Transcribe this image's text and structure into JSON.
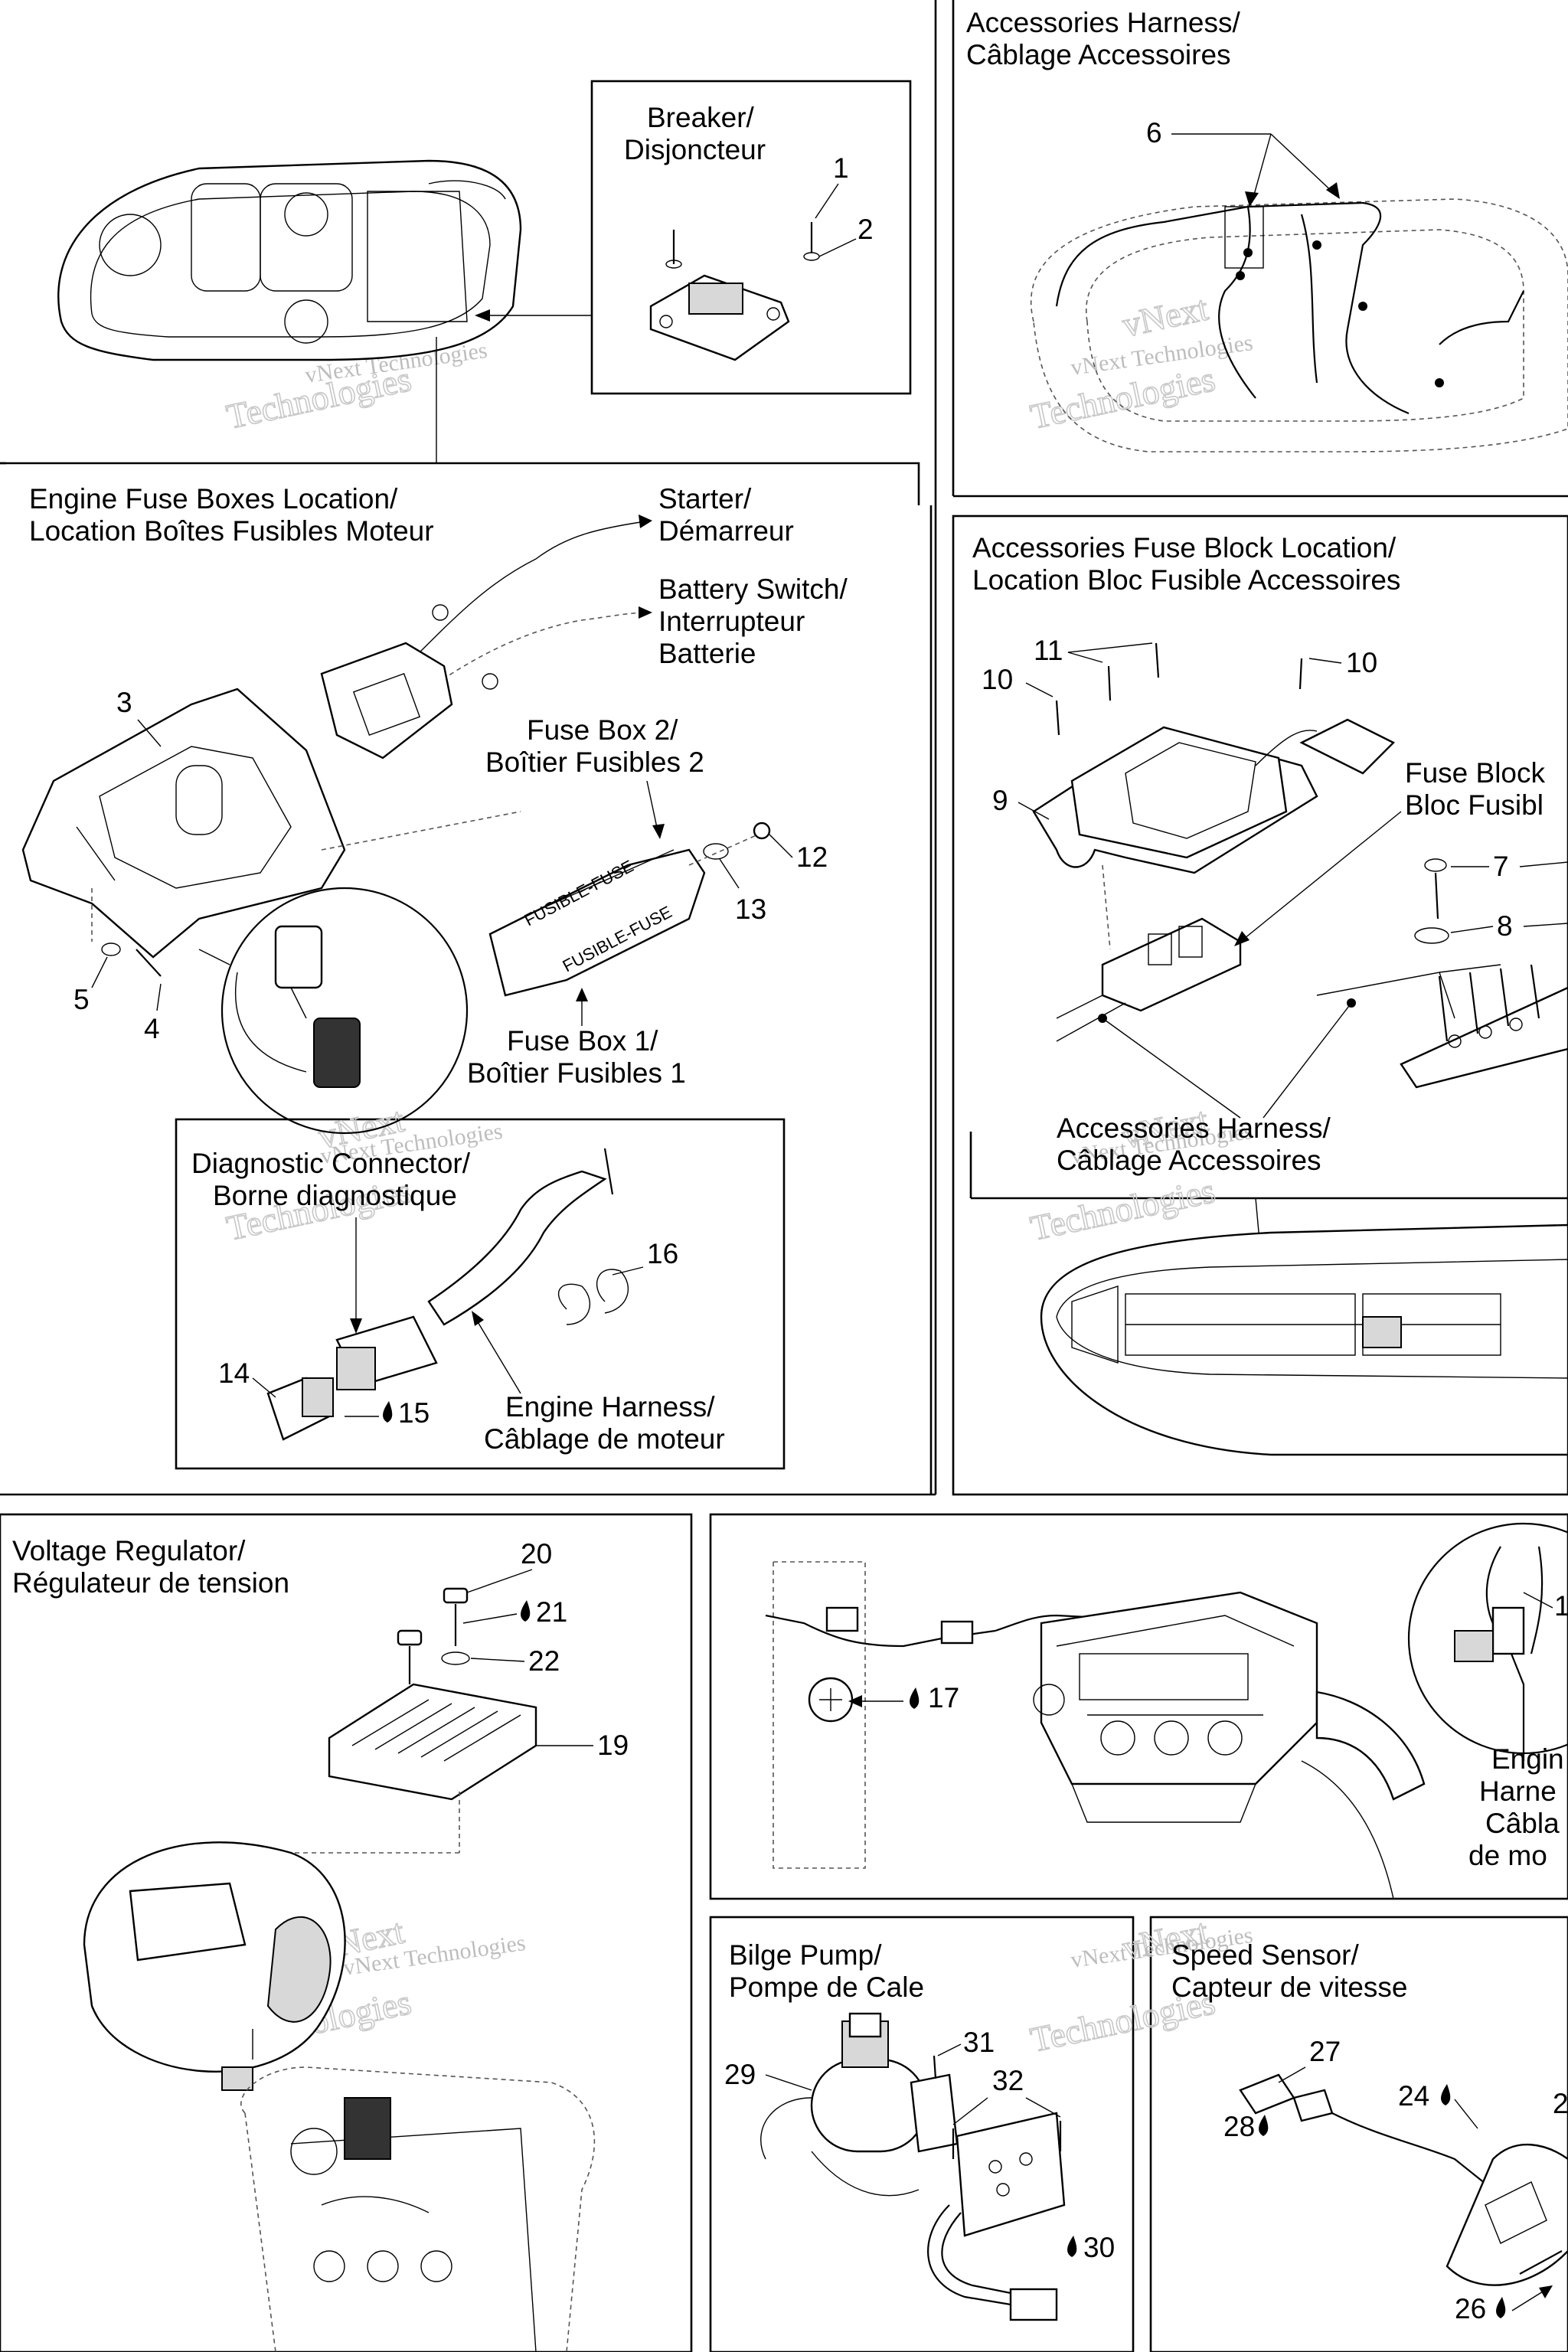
{
  "watermark": {
    "line1": "vNext",
    "line2": "Technologies",
    "small": "vNext Technologies"
  },
  "sections": {
    "breaker": {
      "title1": "Breaker/",
      "title2": "Disjoncteur"
    },
    "accessories_harness": {
      "title1": "Accessories Harness/",
      "title2": "Câblage Accessoires"
    },
    "engine_fuse": {
      "title1": "Engine Fuse Boxes Location/",
      "title2": "Location Boîtes Fusibles Moteur"
    },
    "starter": {
      "title1": "Starter/",
      "title2": "Démarreur"
    },
    "battery_switch": {
      "title1": "Battery Switch/",
      "title2": "Interrupteur",
      "title3": "Batterie"
    },
    "fuse_box_2": {
      "title1": "Fuse Box 2/",
      "title2": "Boîtier Fusibles 2"
    },
    "fuse_box_1": {
      "title1": "Fuse Box 1/",
      "title2": "Boîtier Fusibles 1"
    },
    "diagnostic": {
      "title1": "Diagnostic Connector/",
      "title2": "Borne diagnostique"
    },
    "engine_harness": {
      "title1": "Engine Harness/",
      "title2": "Câblage de moteur"
    },
    "acc_fuse_block": {
      "title1": "Accessories Fuse Block Location/",
      "title2": "Location Bloc Fusible Accessoires"
    },
    "fuse_block": {
      "title1": "Fuse Block",
      "title2": "Bloc Fusibl"
    },
    "acc_harness_2": {
      "title1": "Accessories Harness/",
      "title2": "Câblage Accessoires"
    },
    "voltage_regulator": {
      "title1": "Voltage Regulator/",
      "title2": "Régulateur de tension"
    },
    "engine_harness_cut": {
      "line1": "Engin",
      "line2": "Harne",
      "line3": "Câbla",
      "line4": "de mo"
    },
    "bilge_pump": {
      "title1": "Bilge Pump/",
      "title2": "Pompe de Cale"
    },
    "speed_sensor": {
      "title1": "Speed Sensor/",
      "title2": "Capteur de vitesse"
    }
  },
  "callouts": {
    "n1": "1",
    "n2": "2",
    "n3": "3",
    "n4": "4",
    "n5": "5",
    "n6": "6",
    "n7": "7",
    "n8": "8",
    "n9": "9",
    "n10a": "10",
    "n10b": "10",
    "n11": "11",
    "n12": "12",
    "n13": "13",
    "n14": "14",
    "n15": "15",
    "n16": "16",
    "n17": "17",
    "n18": "1",
    "n19": "19",
    "n20": "20",
    "n21": "21",
    "n22": "22",
    "n23": "2",
    "n24": "24",
    "n26": "26",
    "n27": "27",
    "n28": "28",
    "n29": "29",
    "n30": "30",
    "n31": "31",
    "n32": "32"
  },
  "fuse_text": {
    "a": "FUSIBLE-FUSE",
    "b": "FUSIBLE-FUSE"
  }
}
